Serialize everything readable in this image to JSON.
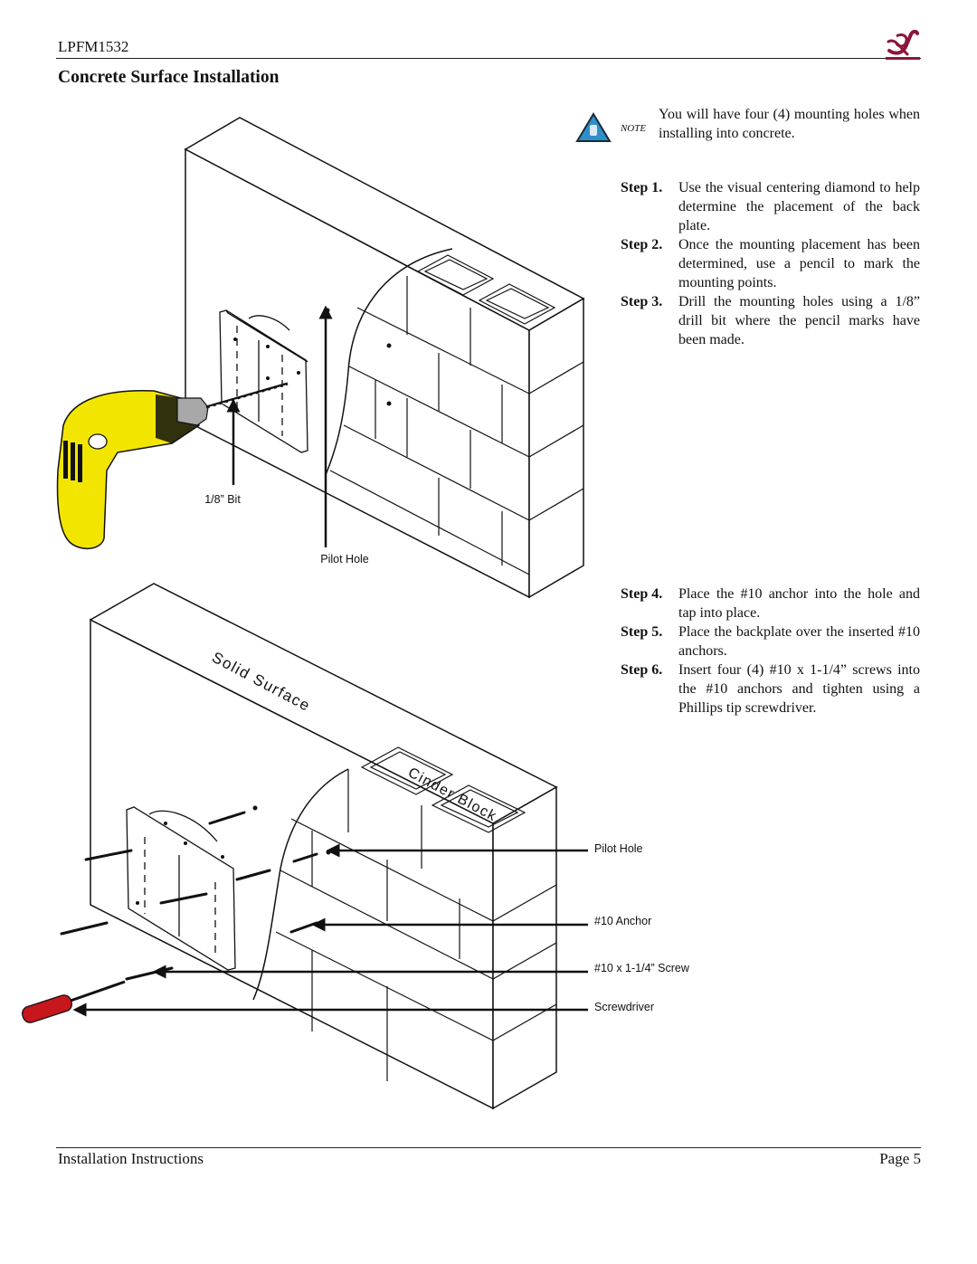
{
  "header": {
    "model": "LPFM1532",
    "title": "Concrete Surface Installation",
    "logo_icon": "brand-monogram-icon",
    "brand_color": "#8b1538"
  },
  "note": {
    "icon_label": "NOTE",
    "icon": "note-hand-icon",
    "text": "You will have four (4) mounting holes when installing into concrete."
  },
  "steps_a": [
    {
      "label": "Step 1.",
      "text": "Use the visual centering diamond to help determine the placement of the back plate."
    },
    {
      "label": "Step 2.",
      "text": "Once the mounting placement has been determined, use a pencil to mark the mounting points."
    },
    {
      "label": "Step 3.",
      "text": "Drill the mounting holes using a 1/8” drill bit where the pencil marks have been made."
    }
  ],
  "steps_b": [
    {
      "label": "Step 4.",
      "text": "Place the #10 anchor into the hole and tap into place."
    },
    {
      "label": "Step 5.",
      "text": "Place the backplate over the inserted #10 anchors."
    },
    {
      "label": "Step 6.",
      "text": "Insert four (4) #10 x 1-1/4” screws into the #10 anchors and tighten using a Phillips tip screwdriver."
    }
  ],
  "diagram_top": {
    "bit_label": "1/8” Bit",
    "pilot_label": "Pilot Hole",
    "drill_color": "#f2e600"
  },
  "diagram_bottom": {
    "solid_surface_label": "Solid Surface",
    "cinder_block_label": "Cinder Block",
    "callouts": [
      "Pilot Hole",
      "#10 Anchor",
      "#10 x 1-1/4” Screw",
      "Screwdriver"
    ],
    "screwdriver_color": "#c8161d"
  },
  "footer": {
    "left": "Installation Instructions",
    "right": "Page 5"
  }
}
